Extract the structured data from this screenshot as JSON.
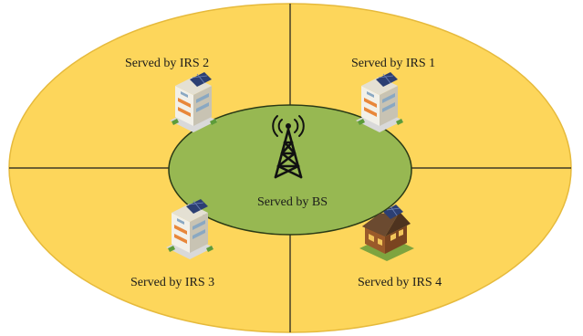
{
  "labels": {
    "irs1": "Served by IRS 1",
    "irs2": "Served by IRS 2",
    "irs3": "Served by IRS 3",
    "irs4": "Served by IRS 4",
    "bs": "Served by BS"
  },
  "colors": {
    "outer_area": "#fdd65b",
    "outer_border": "#e6ba3c",
    "inner_area": "#97b852",
    "inner_border": "#2a3a16",
    "divider": "#1a1a1a"
  },
  "icons": {
    "bs": "cell-tower-icon",
    "irs1": "building-solar-panel-icon",
    "irs2": "building-solar-panel-icon",
    "irs3": "building-solar-panel-icon",
    "irs4": "house-solar-panel-icon"
  }
}
